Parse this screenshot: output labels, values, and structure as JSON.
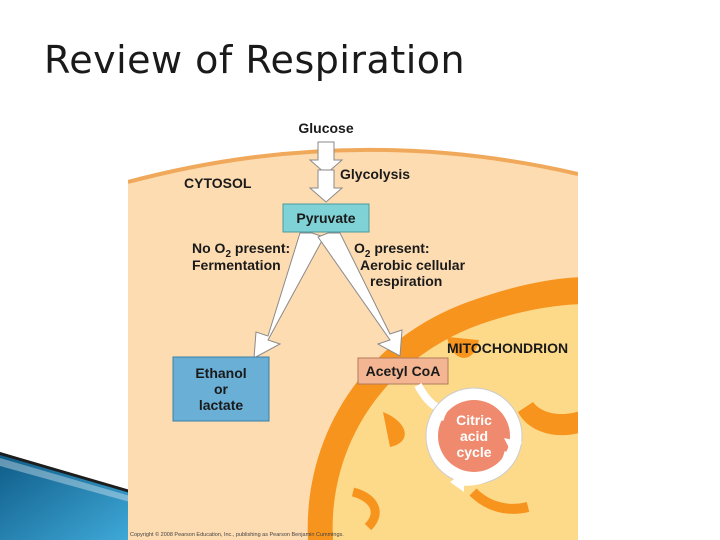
{
  "title": "Review of Respiration",
  "diagram": {
    "glucose": "Glucose",
    "glycolysis": "Glycolysis",
    "cytosol": "CYTOSOL",
    "pyruvate": "Pyruvate",
    "no_o2_line1": "No O",
    "no_o2_sub": "2",
    "no_o2_line1_end": " present:",
    "no_o2_line2": "Fermentation",
    "o2_line1": "O",
    "o2_sub": "2",
    "o2_line1_end": " present:",
    "o2_line2": "Aerobic cellular",
    "o2_line3": "respiration",
    "mitochondrion": "MITOCHONDRION",
    "ethanol_line1": "Ethanol",
    "ethanol_line2": "or",
    "ethanol_line3": "lactate",
    "acetyl_coa": "Acetyl CoA",
    "citric_line1": "Citric",
    "citric_line2": "acid",
    "citric_line3": "cycle",
    "copyright": "Copyright © 2008 Pearson Education, Inc., publishing as Pearson Benjamin Cummings."
  },
  "colors": {
    "cytosol": "#fddcb2",
    "membrane": "#f0a95a",
    "mito_outer": "#f7941d",
    "mito_matrix": "#fdd98a",
    "pyruvate_box": "#7fd3d6",
    "ethanol_box": "#6aafd6",
    "acetyl_box": "#f3b592",
    "citric_circle": "#f08a6e"
  }
}
